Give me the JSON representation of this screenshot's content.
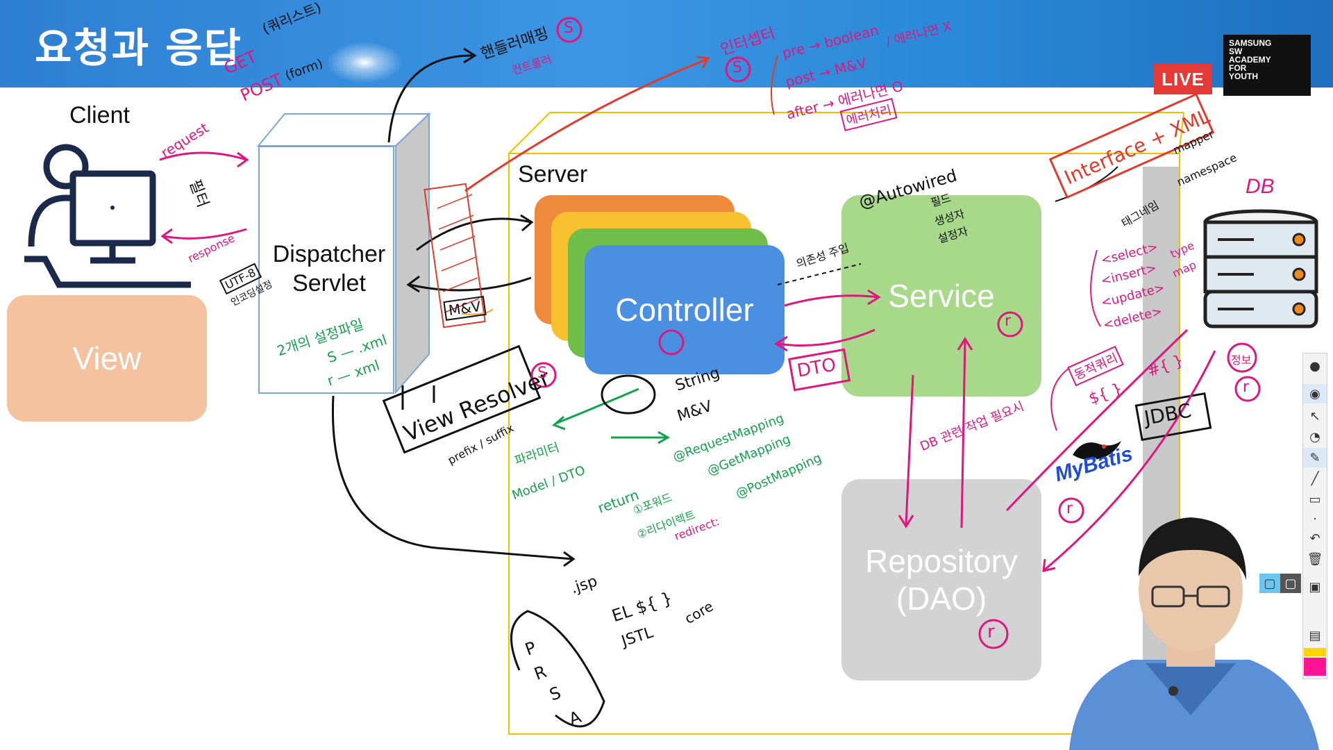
{
  "header": {
    "title": "요청과 응답"
  },
  "badges": {
    "live": "LIVE",
    "academy": [
      "SAMSUNG",
      "SW",
      "ACADEMY",
      "FOR",
      "YOUTH"
    ]
  },
  "diagram": {
    "client_label": "Client",
    "view_label": "View",
    "dispatcher_line1": "Dispatcher",
    "dispatcher_line2": "Servlet",
    "server_label": "Server",
    "controller_label": "Controller",
    "service_label": "Service",
    "repository_line1": "Repository",
    "repository_line2": "(DAO)",
    "db_label": "DB",
    "mybatis_label": "MyBatis"
  },
  "annotations": {
    "get": "GET",
    "query_string": "(쿼리스트)",
    "post": "POST",
    "form": "(form)",
    "request": "request",
    "response": "response",
    "filter": "필터",
    "utf8": "UTF-8",
    "encoding": "인코딩설정",
    "handler_mapping": "핸들러매핑",
    "controller_note": "컨트롤러",
    "interceptor": "인터셉터",
    "pre": "pre → boolean",
    "post_mv": "post → M&V",
    "after": "after → 에러나면 O",
    "no_error": "/ 에러나면 X",
    "error_handling": "에러처리",
    "mv_box": "M&V",
    "settings_xml": "2개의 설정파일",
    "s_xml": "S — .xml",
    "r_xml": "r — xml",
    "view_resolver": "View Resolver",
    "prefix_suffix": "prefix / suffix",
    "param_binding": "파라미터",
    "model_dto": "Model / DTO",
    "return_note": "return",
    "forward": "①포워드",
    "redirect": "②리다이렉트",
    "redirect_colon": "redirect:",
    "string_mv": "String",
    "mv": "M&V",
    "request_mapping": "@RequestMapping",
    "get_mapping": "@GetMapping",
    "post_mapping": "@PostMapping",
    "dto": "DTO",
    "di": "의존성 주입",
    "autowired": "@Autowired",
    "field": "필드",
    "constructor": "생성자",
    "setter": "설정자",
    "db_related": "DB 관련 작업 필요시",
    "interface_xml": "Interface + XML",
    "mapper": "mapper",
    "namespace": "namespace",
    "tag_name": "태그네임",
    "select": "<select>",
    "insert": "<insert>",
    "update": "<update>",
    "delete": "<delete>",
    "type": "type",
    "map": "map",
    "dynamic_query": "동적쿼리",
    "dollar": "${ }",
    "hash": "#{ }",
    "jdbc": "JDBC",
    "jsp": ".jsp",
    "el": "EL  ${ }",
    "jstl": "JSTL",
    "core": "core",
    "prsa": [
      "P",
      "R",
      "S",
      "A"
    ],
    "s_mark": "S",
    "r_mark": "r",
    "info": "정보"
  }
}
